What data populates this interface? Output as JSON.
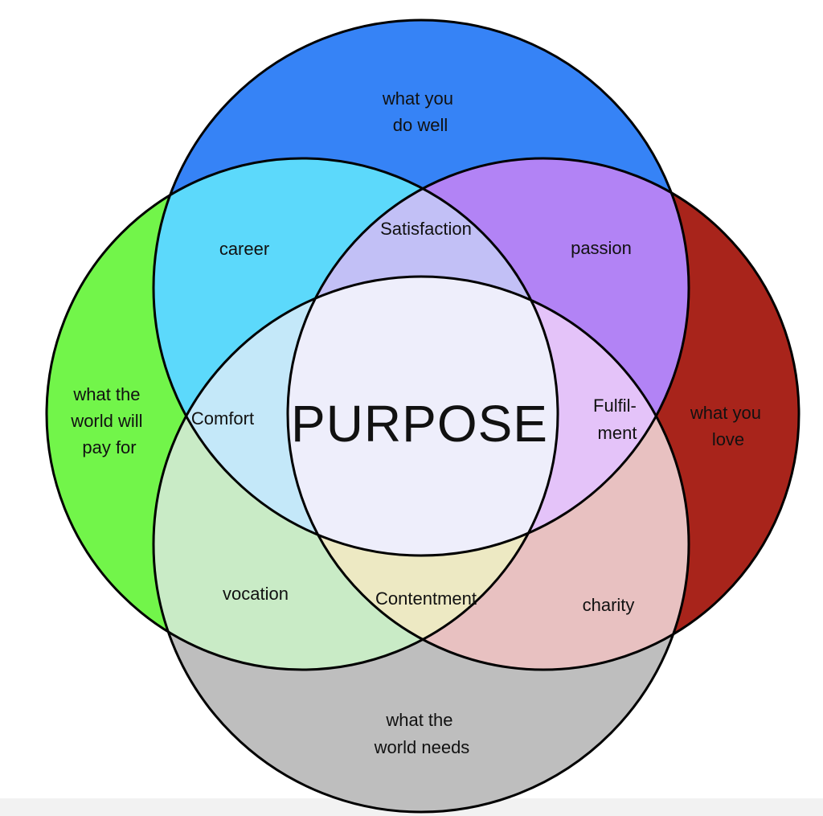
{
  "diagram": {
    "center_label": "PURPOSE",
    "circles": {
      "top": {
        "label_lines": [
          "what you",
          "do well"
        ],
        "color": "#3683f6"
      },
      "right": {
        "label_lines": [
          "what you",
          "love"
        ],
        "color": "#a8241b"
      },
      "bottom": {
        "label_lines": [
          "what the",
          "world needs"
        ],
        "color": "#bebebe"
      },
      "left": {
        "label_lines": [
          "what the",
          "world will",
          "pay for"
        ],
        "color": "#72f54a"
      }
    },
    "pairs": {
      "career": {
        "label": "career",
        "color": "#5cd9fb"
      },
      "passion": {
        "label": "passion",
        "color": "#b283f5"
      },
      "vocation": {
        "label": "vocation",
        "color": "#c9ebc6"
      },
      "charity": {
        "label": "charity",
        "color": "#e8c1c1"
      }
    },
    "triples": {
      "satisfaction": {
        "label": "Satisfaction",
        "color": "#c2c0f6"
      },
      "fulfilment": {
        "label_lines": [
          "Fulfil-",
          "ment"
        ],
        "color": "#e4c3f9"
      },
      "contentment": {
        "label": "Contentment",
        "color": "#ede9c3"
      },
      "comfort": {
        "label": "Comfort",
        "color": "#c4e8f9"
      }
    },
    "center_color": "#eeeefb"
  }
}
